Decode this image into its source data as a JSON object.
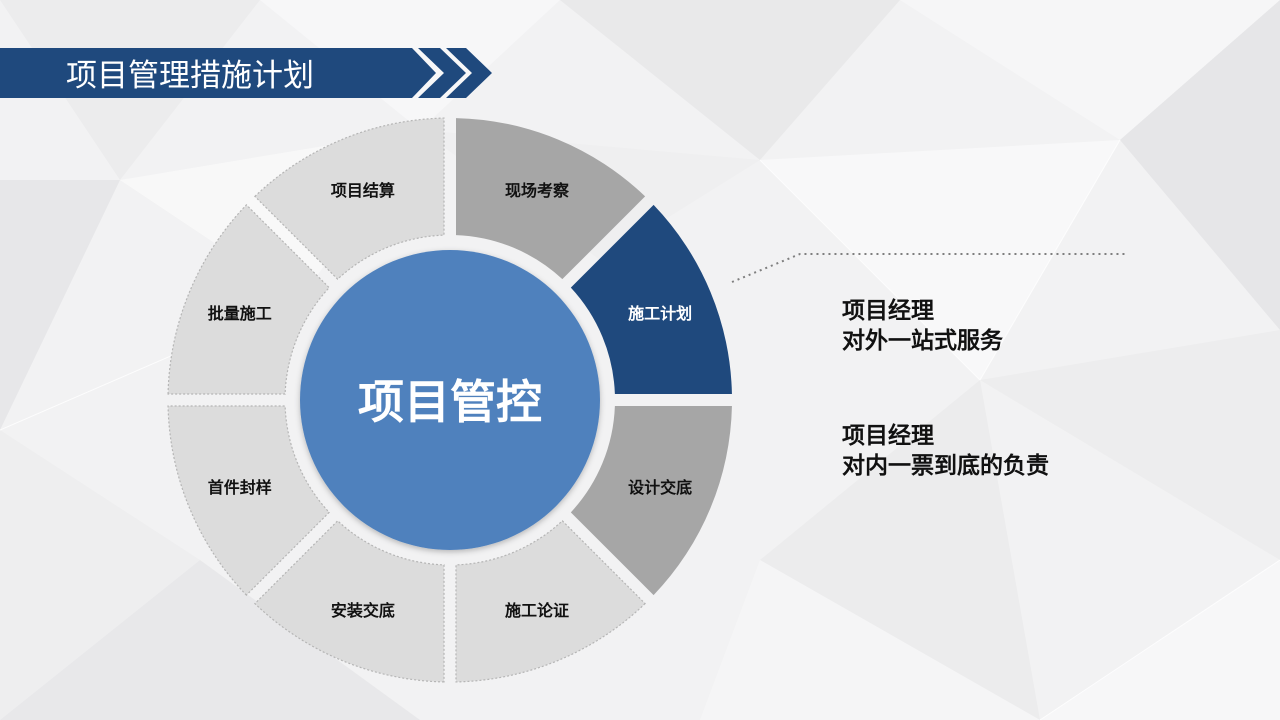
{
  "header": {
    "title": "项目管理措施计划"
  },
  "diagram": {
    "center_label": "项目管控",
    "segments": [
      {
        "label": "现场考察",
        "style": "dark-gray"
      },
      {
        "label": "施工计划",
        "style": "navy"
      },
      {
        "label": "设计交底",
        "style": "dark-gray"
      },
      {
        "label": "施工论证",
        "style": "light-gray"
      },
      {
        "label": "安装交底",
        "style": "light-gray"
      },
      {
        "label": "首件封样",
        "style": "light-gray"
      },
      {
        "label": "批量施工",
        "style": "light-gray"
      },
      {
        "label": "项目结算",
        "style": "light-gray"
      }
    ],
    "colors": {
      "navy": "#1f497d",
      "dark-gray": "#a6a6a6",
      "light-gray": "#dcdcdc",
      "center": "#4f81bd",
      "title-bar": "#1f497d"
    }
  },
  "notes": [
    {
      "line1": "项目经理",
      "line2": "对外一站式服务"
    },
    {
      "line1": "项目经理",
      "line2": "对内一票到底的负责"
    }
  ]
}
